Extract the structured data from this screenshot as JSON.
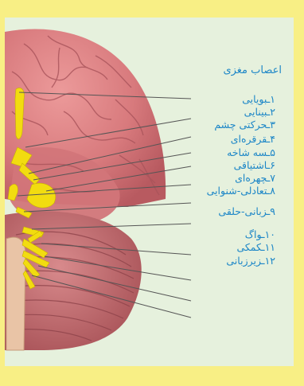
{
  "figure": {
    "title": "اعصاب مغزی",
    "labels": [
      "۱ـبویایی",
      "۲ـبینایی",
      "۳ـحرکتی چشم",
      "۴ـقرقره‌ای",
      "۵ـسه شاخه",
      "۶ـاشتیاقی",
      "۷ـچهره‌ای",
      "۸ـتعادلی-شنوایی",
      "۹ـزبانی-حلقی",
      "۱۰ـواگ",
      "۱۱ـکمکی",
      "۱۲ـزیرزبانی"
    ],
    "colors": {
      "page_background": "#f8ef85",
      "panel_background": "#e6f1dd",
      "brain": "#d87a7d",
      "nerves": "#f2dc10",
      "label_text": "#1c86c7"
    }
  }
}
